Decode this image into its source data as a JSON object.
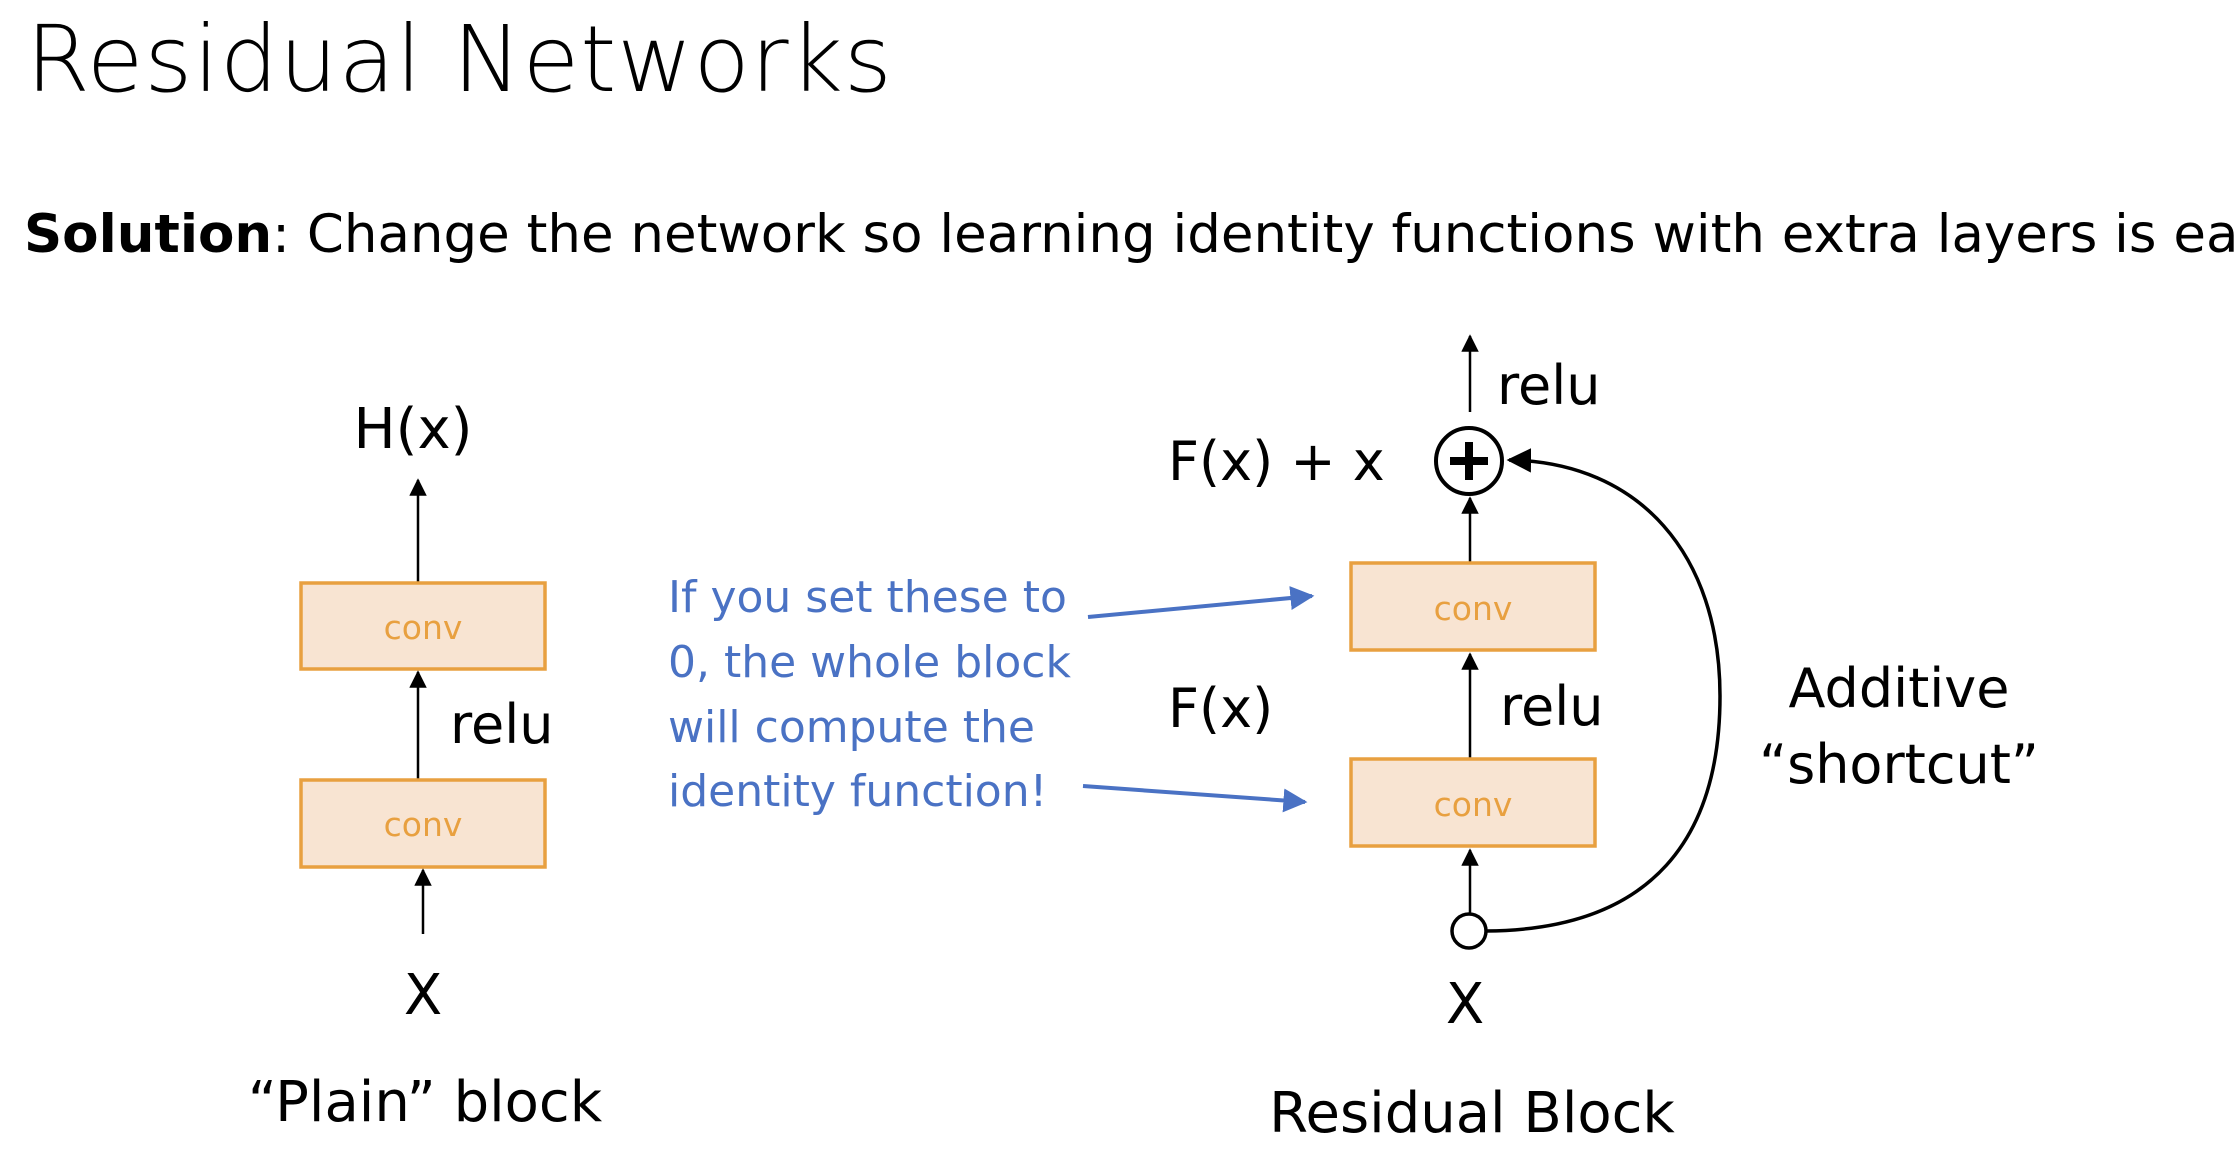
{
  "title": "Residual Networks",
  "solution": {
    "bold": "Solution",
    "rest": ": Change the network so learning identity functions with extra layers is easy!"
  },
  "plain_block": {
    "output_label": "H(x)",
    "conv_top": "conv",
    "relu": "relu",
    "conv_bottom": "conv",
    "input_label": "X",
    "caption": "“Plain” block"
  },
  "note": {
    "lines": [
      "If you set these to",
      "0, the whole block",
      "will compute the",
      "identity function!"
    ]
  },
  "residual_block": {
    "top_relu": "relu",
    "sum_label": "F(x) + x",
    "conv_top": "conv",
    "fx_label": "F(x)",
    "relu": "relu",
    "conv_bottom": "conv",
    "input_label": "X",
    "caption": "Residual Block",
    "shortcut_line1": "Additive",
    "shortcut_line2": "“shortcut”"
  },
  "colors": {
    "conv_fill": "#F8E4D2",
    "conv_stroke": "#E8A040",
    "conv_text": "#E8A040",
    "note_text": "#4A72C4",
    "note_arrow": "#4A72C4"
  }
}
